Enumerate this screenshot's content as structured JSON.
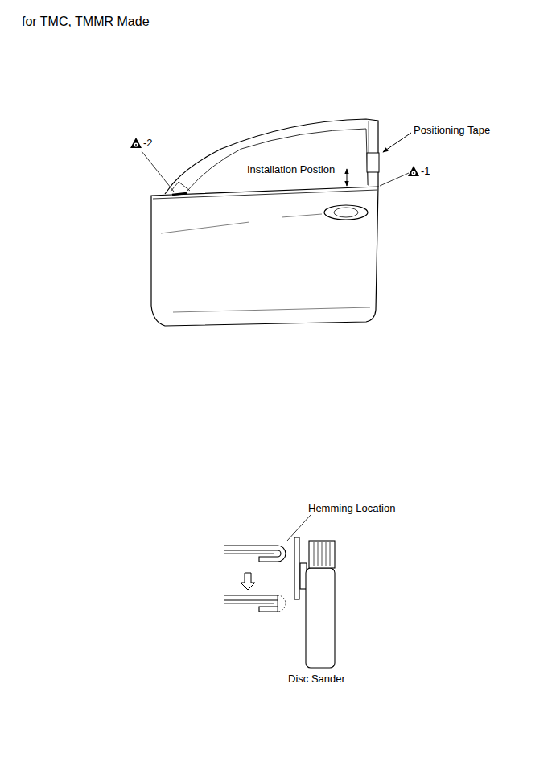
{
  "diagram": {
    "title": "for TMC, TMMR Made",
    "labels": [
      "Positioning Tape",
      "Installation Postion",
      "-2",
      "-1",
      "Hemming Location",
      "Disc Sander"
    ]
  }
}
